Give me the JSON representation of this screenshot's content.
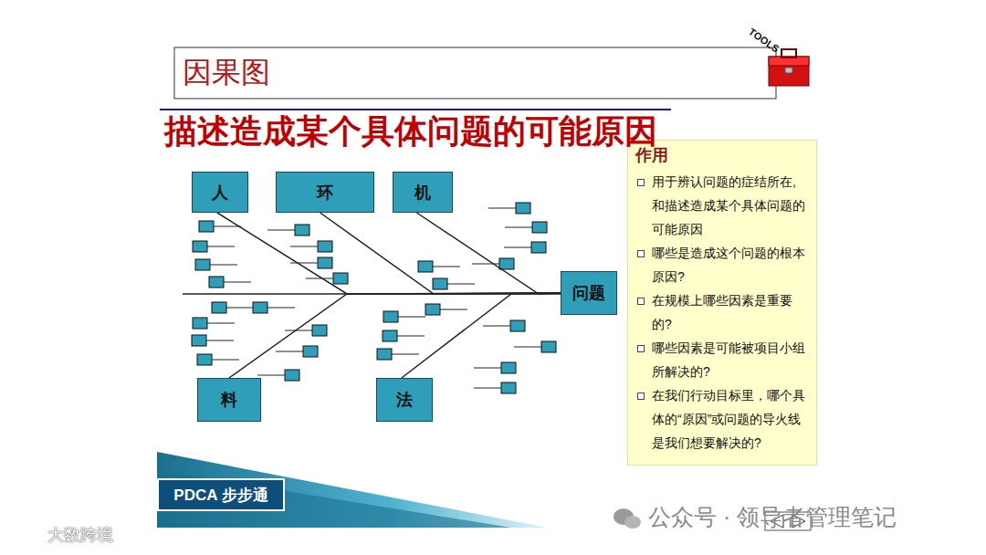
{
  "diagram": {
    "title": "因果图",
    "nodes": [
      {
        "text": [
          "人"
        ]
      },
      {
        "text": [
          "环"
        ]
      },
      {
        "text": [
          "机"
        ]
      },
      {
        "text": [
          "料"
        ]
      },
      {
        "text": [
          "法"
        ]
      },
      {
        "text": [
          "问题"
        ]
      },
      {
        "text": [
          "作用",
          "用于辨认问题的症结所在, 和描述造成某个具体问题的可能原因",
          "哪些是造成这个问题的根本原因?",
          "在规模上哪些因素是重要的?",
          "哪些因素是可能被项目小组所解决的?",
          "在我们行动目标里，哪个具体的“原因”或问题的导火线是我们想要解决的?"
        ]
      },
      {
        "text": [
          "PDCA 步步通"
        ]
      }
    ],
    "edges": [
      {
        "from": 0,
        "to": 5,
        "arrow": "none"
      },
      {
        "from": 1,
        "to": 5,
        "arrow": "none"
      },
      {
        "from": 2,
        "to": 5,
        "arrow": "none"
      },
      {
        "from": 3,
        "to": 5,
        "arrow": "none"
      },
      {
        "from": 4,
        "to": 5,
        "arrow": "none"
      }
    ],
    "labels": [
      "TOOLS",
      "描述造成某个具体问题的可能原因",
      "公众号 · 领导者管理笔记",
      "大数跨境"
    ]
  }
}
